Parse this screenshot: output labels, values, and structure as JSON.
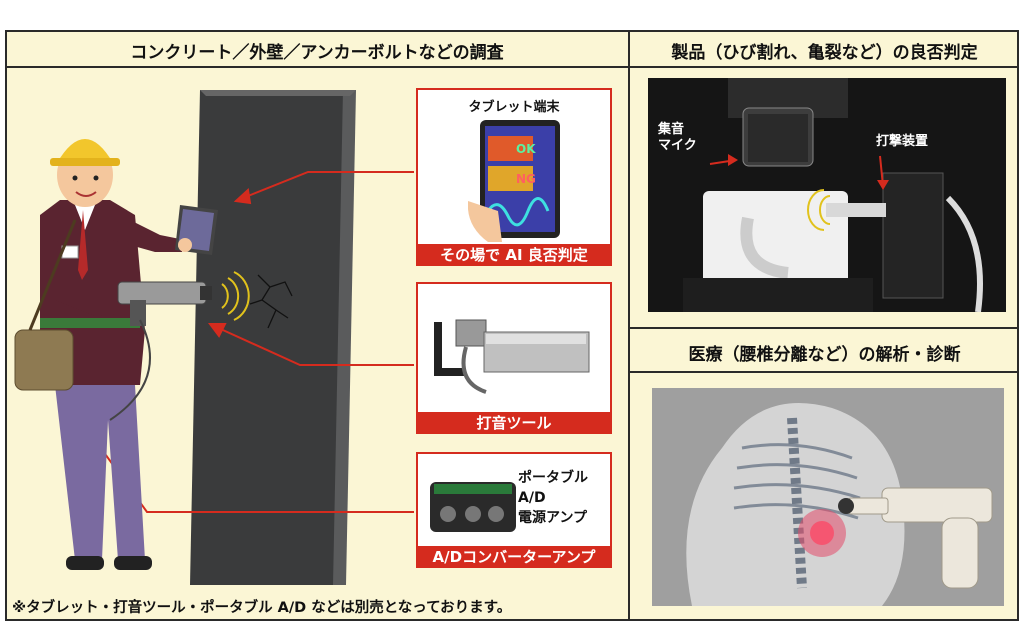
{
  "left_panel": {
    "title": "コンクリート／外壁／アンカーボルトなどの調査",
    "tablet_box": {
      "caption": "タブレット端末",
      "label": "その場で AI 良否判定",
      "ok_text": "OK",
      "ng_text": "NG"
    },
    "tool_box": {
      "label": "打音ツール"
    },
    "ad_box": {
      "text_lines": [
        "ポータブル",
        "A/D",
        "電源アンプ"
      ],
      "label": "A/Dコンバーターアンプ"
    },
    "note": "※タブレット・打音ツール・ポータブル A/D などは別売となっております。"
  },
  "top_right_panel": {
    "title": "製品（ひび割れ、亀裂など）の良否判定",
    "mic_label_lines": [
      "集音",
      "マイク"
    ],
    "striker_label": "打撃装置"
  },
  "bottom_right_panel": {
    "title": "医療（腰椎分離など）の解析・診断"
  },
  "colors": {
    "accent_red": "#d52b1e",
    "background": "#fbf6d5",
    "border": "#2a2a2a"
  }
}
